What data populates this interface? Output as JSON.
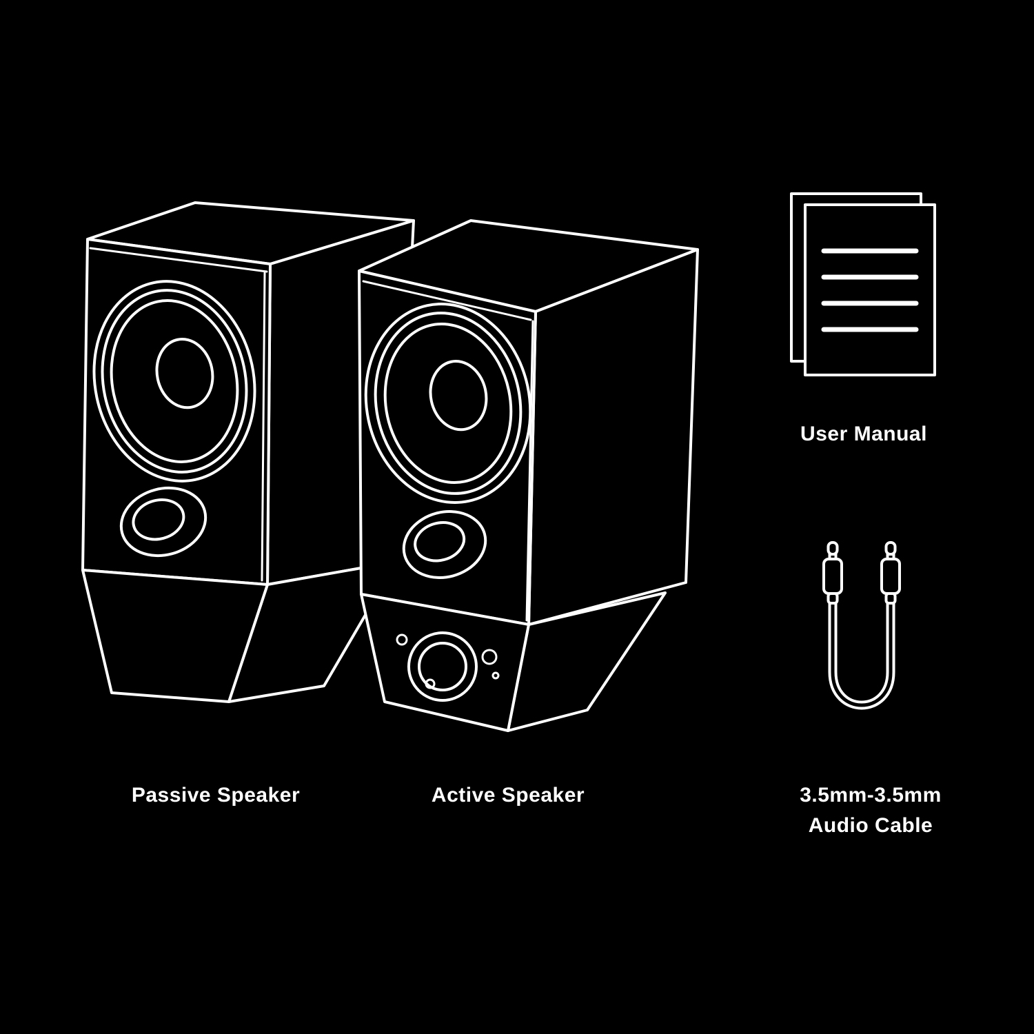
{
  "colors": {
    "background": "#000000",
    "line": "#ffffff"
  },
  "labels": {
    "passive_speaker": "Passive Speaker",
    "active_speaker": "Active Speaker",
    "user_manual": "User Manual",
    "audio_cable_line1": "3.5mm-3.5mm",
    "audio_cable_line2": "Audio Cable"
  },
  "icons": {
    "passive_speaker": "passive-speaker-illustration",
    "active_speaker": "active-speaker-illustration",
    "user_manual": "user-manual-icon",
    "audio_cable": "audio-cable-icon"
  }
}
